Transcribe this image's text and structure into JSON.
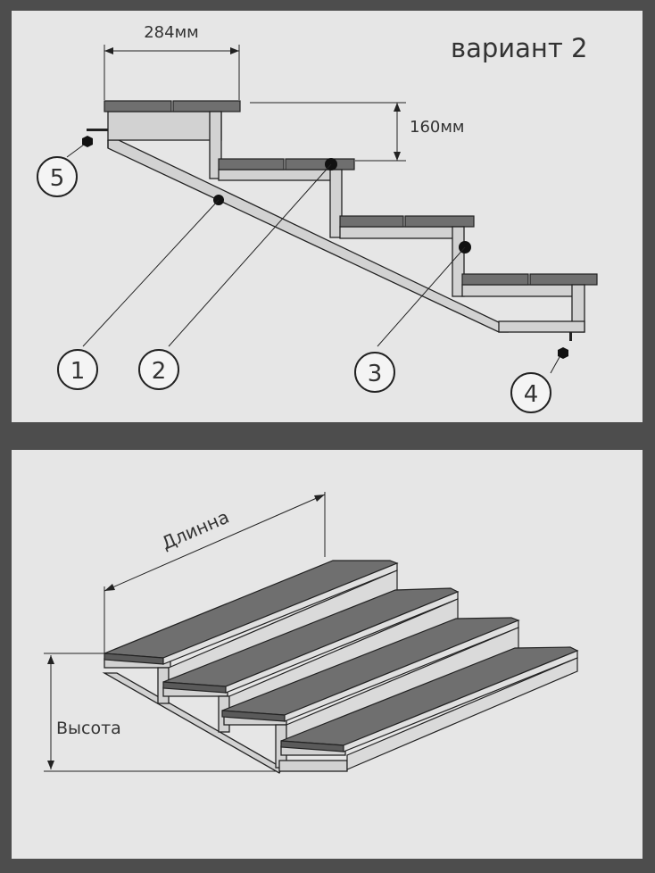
{
  "top": {
    "variant_title": "вариант 2",
    "dim_width": "284мм",
    "dim_height": "160мм",
    "callouts": [
      "1",
      "2",
      "3",
      "4",
      "5"
    ]
  },
  "bottom": {
    "dim_length": "Длинна",
    "dim_height": "Высота"
  },
  "colors": {
    "background": "#4d4d4d",
    "panel": "#e6e6e6",
    "tread": "#6f6f6f",
    "line": "#222222"
  }
}
